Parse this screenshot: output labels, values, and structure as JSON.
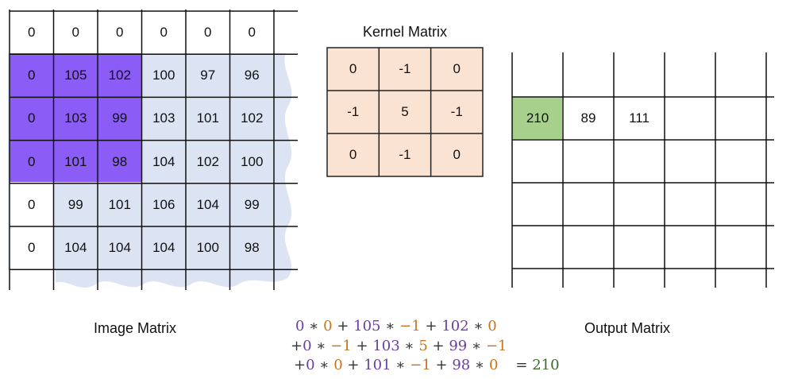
{
  "image_matrix": {
    "label": "Image Matrix",
    "rows": [
      [
        "0",
        "0",
        "0",
        "0",
        "0",
        "0"
      ],
      [
        "0",
        "105",
        "102",
        "100",
        "97",
        "96"
      ],
      [
        "0",
        "103",
        "99",
        "103",
        "101",
        "102"
      ],
      [
        "0",
        "101",
        "98",
        "104",
        "102",
        "100"
      ],
      [
        "0",
        "99",
        "101",
        "106",
        "104",
        "99"
      ],
      [
        "0",
        "104",
        "104",
        "104",
        "100",
        "98"
      ]
    ]
  },
  "kernel_matrix": {
    "label": "Kernel Matrix",
    "rows": [
      [
        "0",
        "-1",
        "0"
      ],
      [
        "-1",
        "5",
        "-1"
      ],
      [
        "0",
        "-1",
        "0"
      ]
    ]
  },
  "output_matrix": {
    "label": "Output Matrix",
    "values": [
      "210",
      "89",
      "111"
    ]
  },
  "equation": {
    "line1": [
      {
        "t": "0",
        "c": "v"
      },
      {
        "t": " ∗ ",
        "c": "op"
      },
      {
        "t": "0",
        "c": "k"
      },
      {
        "t": " + ",
        "c": "op"
      },
      {
        "t": "105",
        "c": "v"
      },
      {
        "t": " ∗ ",
        "c": "op"
      },
      {
        "t": "−1",
        "c": "k"
      },
      {
        "t": " + ",
        "c": "op"
      },
      {
        "t": "102",
        "c": "v"
      },
      {
        "t": " ∗ ",
        "c": "op"
      },
      {
        "t": "0",
        "c": "k"
      }
    ],
    "line2": [
      {
        "t": "+",
        "c": "op"
      },
      {
        "t": "0",
        "c": "v"
      },
      {
        "t": " ∗ ",
        "c": "op"
      },
      {
        "t": "−1",
        "c": "k"
      },
      {
        "t": " + ",
        "c": "op"
      },
      {
        "t": "103",
        "c": "v"
      },
      {
        "t": " ∗ ",
        "c": "op"
      },
      {
        "t": "5",
        "c": "k"
      },
      {
        "t": " + ",
        "c": "op"
      },
      {
        "t": "99",
        "c": "v"
      },
      {
        "t": " ∗ ",
        "c": "op"
      },
      {
        "t": "−1",
        "c": "k"
      }
    ],
    "line3": [
      {
        "t": "+",
        "c": "op"
      },
      {
        "t": "0",
        "c": "v"
      },
      {
        "t": " ∗ ",
        "c": "op"
      },
      {
        "t": "0",
        "c": "k"
      },
      {
        "t": " + ",
        "c": "op"
      },
      {
        "t": "101",
        "c": "v"
      },
      {
        "t": " ∗ ",
        "c": "op"
      },
      {
        "t": "−1",
        "c": "k"
      },
      {
        "t": " + ",
        "c": "op"
      },
      {
        "t": "98",
        "c": "v"
      },
      {
        "t": " ∗ ",
        "c": "op"
      },
      {
        "t": "0",
        "c": "k"
      }
    ],
    "result": "= 210"
  },
  "colors": {
    "purple_window": "#8b5cf6",
    "light_blue": "#dce3f2",
    "kernel_peach": "#fbe3d4",
    "output_green": "#a8d08d"
  }
}
